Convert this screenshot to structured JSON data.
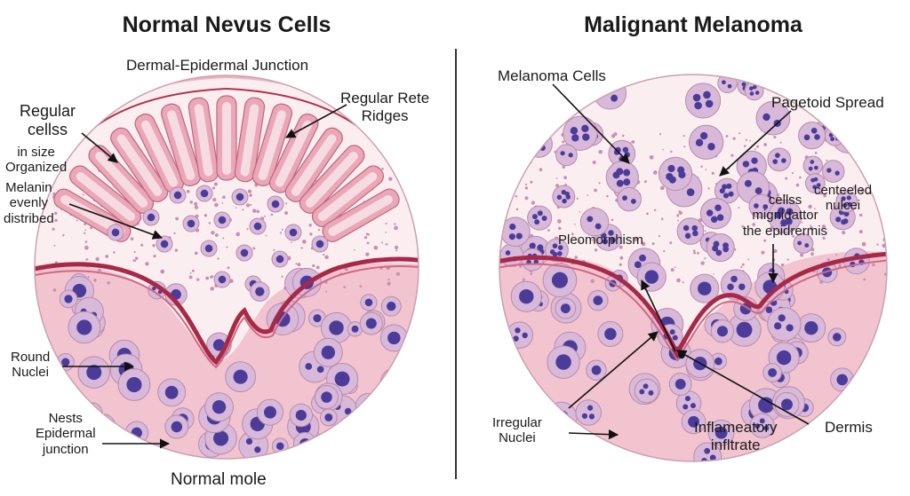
{
  "left": {
    "title": "Normal Nevus Cells",
    "labels": {
      "junction": "Dermal-Epidermal Junction",
      "rete_l1": "Regular Rete",
      "rete_l2": "Ridges",
      "regular_l1": "Regular",
      "regular_l2": "cellss",
      "size_l1": "in size",
      "size_l2": "Organized",
      "melanin_l1": "Melanin",
      "melanin_l2": "evenly",
      "melanin_l3": "distribed",
      "round_l1": "Round",
      "round_l2": "Nuclei",
      "nests_l1": "Nests",
      "nests_l2": "Epidermal",
      "nests_l3": "junction",
      "caption": "Normal mole"
    }
  },
  "right": {
    "title": "Malignant Melanoma",
    "labels": {
      "melanoma_cells": "Melanoma Cells",
      "pagetoid": "Pagetoid Spread",
      "migr_l1": "cellss",
      "migr_l2": "mignidattor",
      "migr_l3": "the epidrermis",
      "nuclei_l1": "centeeled",
      "nuclei_l2": "nulcei",
      "pleo": "Pleomorphism",
      "irregular_l1": "Irregular",
      "irregular_l2": "Nuclei",
      "inflam_l1": "Inflameatory",
      "inflam_l2": "infltrate",
      "dermis": "Dermis"
    }
  },
  "colors": {
    "tissue_pink": "#f2c4d0",
    "epidermis_pink": "#f7dbe2",
    "ridge_pink": "#e9a7b8",
    "junction_red": "#b0334f",
    "nucleus_purple": "#4b3c9a",
    "cell_lavender": "#d9b9d9"
  }
}
